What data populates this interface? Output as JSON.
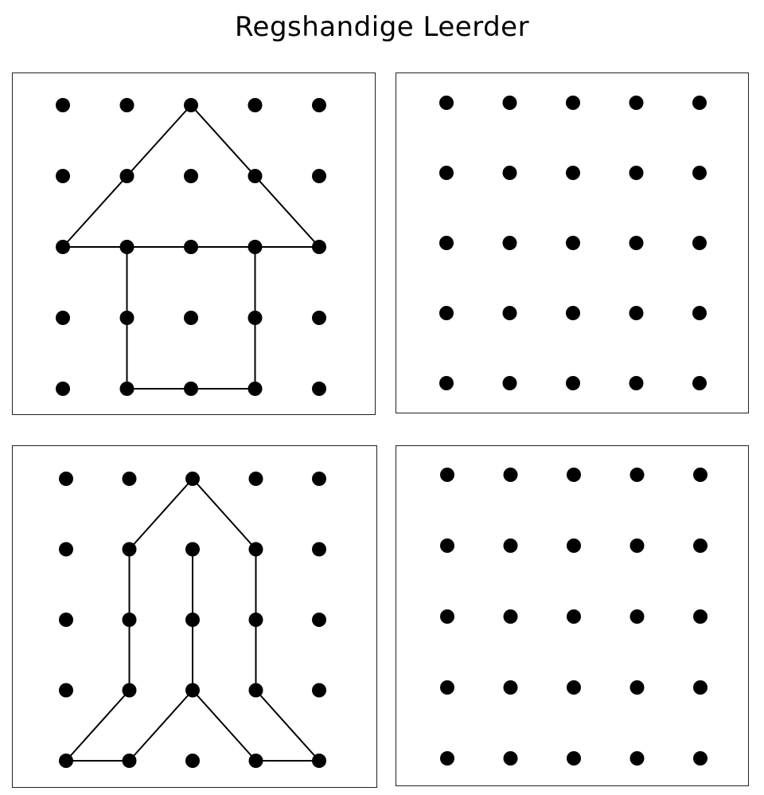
{
  "title": "Regshandige Leerder",
  "grid": {
    "rows": 5,
    "cols": 5
  },
  "panels": [
    {
      "role": "example",
      "shape": [
        [
          2,
          0
        ],
        [
          4,
          2
        ],
        [
          0,
          2
        ],
        [
          2,
          0
        ]
      ],
      "extra_paths": [
        [
          [
            1,
            2
          ],
          [
            1,
            4
          ],
          [
            3,
            4
          ],
          [
            3,
            2
          ]
        ]
      ]
    },
    {
      "role": "blank"
    },
    {
      "role": "example",
      "shape": [
        [
          1,
          1
        ],
        [
          2,
          0
        ],
        [
          3,
          1
        ],
        [
          3,
          3
        ],
        [
          4,
          4
        ],
        [
          3,
          4
        ],
        [
          2,
          3
        ],
        [
          1,
          4
        ],
        [
          0,
          4
        ],
        [
          1,
          3
        ],
        [
          1,
          1
        ]
      ],
      "extra_paths": [
        [
          [
            2,
            1
          ],
          [
            2,
            3
          ]
        ]
      ]
    },
    {
      "role": "blank"
    }
  ],
  "colors": {
    "ink": "#000000",
    "border": "#222222"
  }
}
